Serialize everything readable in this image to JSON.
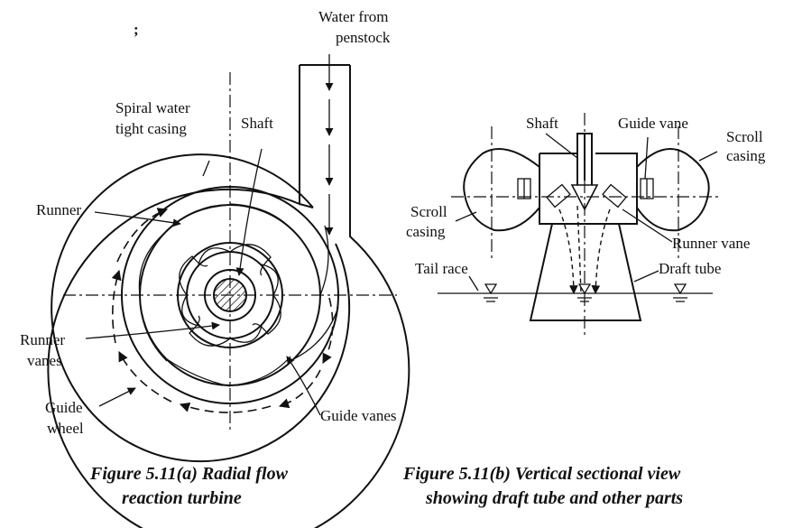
{
  "figure_a": {
    "labels": {
      "water_from": "Water from",
      "penstock": "penstock",
      "spiral_line1": "Spiral water",
      "spiral_line2": "tight casing",
      "shaft": "Shaft",
      "runner": "Runner",
      "runner_vanes_line1": "Runner",
      "runner_vanes_line2": "vanes",
      "guide_wheel_line1": "Guide",
      "guide_wheel_line2": "wheel",
      "guide_vanes": "Guide vanes"
    },
    "caption_line1": "Figure 5.11(a) Radial flow",
    "caption_line2": "reaction turbine"
  },
  "figure_b": {
    "labels": {
      "shaft": "Shaft",
      "guide_vane": "Guide vane",
      "scroll_casing_right_1": "Scroll",
      "scroll_casing_right_2": "casing",
      "scroll_casing_left_1": "Scroll",
      "scroll_casing_left_2": "casing",
      "runner_vane": "Runner vane",
      "tail_race": "Tail race",
      "draft_tube": "Draft tube"
    },
    "caption_line1": "Figure 5.11(b) Vertical sectional view",
    "caption_line2": "showing draft tube and other parts"
  }
}
